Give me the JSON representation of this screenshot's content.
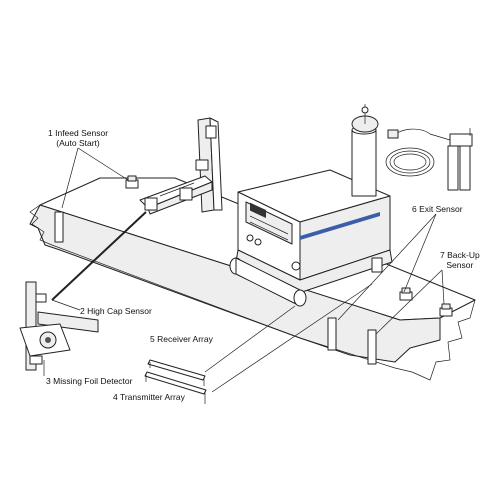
{
  "labels": {
    "infeed": {
      "number": "1",
      "line1": "Infeed Sensor",
      "line2": "(Auto Start)"
    },
    "high_cap": {
      "number": "2",
      "text": "High Cap Sensor"
    },
    "missing_foil": {
      "number": "3",
      "text": "Missing Foil Detector"
    },
    "transmitter": {
      "number": "4",
      "text": "Transmitter Array"
    },
    "receiver": {
      "number": "5",
      "text": "Receiver Array"
    },
    "exit": {
      "number": "6",
      "text": "Exit Sensor"
    },
    "backup": {
      "number": "7",
      "line1": "Back-Up",
      "line2": "Sensor"
    }
  },
  "colors": {
    "ink": "#222222",
    "fill": "#ffffff",
    "shade": "#e6e6e6",
    "accent": "#3a5fa8"
  }
}
